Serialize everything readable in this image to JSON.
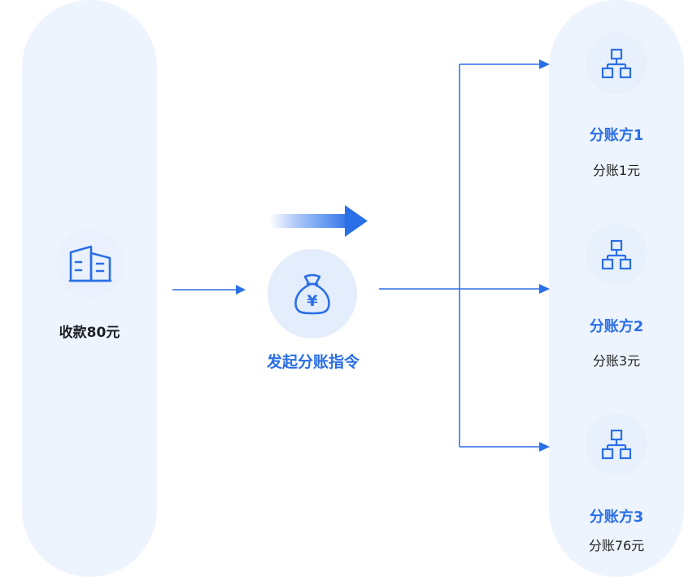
{
  "payer": {
    "label": "收款80元",
    "icon": "building-icon"
  },
  "instruction": {
    "label": "发起分账指令",
    "icon": "money-bag-yuan-icon",
    "symbol": "¥"
  },
  "receivers": [
    {
      "name": "分账方1",
      "amount": "分账1元",
      "icon": "org-chart-icon"
    },
    {
      "name": "分账方2",
      "amount": "分账3元",
      "icon": "org-chart-icon"
    },
    {
      "name": "分账方3",
      "amount": "分账76元",
      "icon": "org-chart-icon"
    }
  ],
  "colors": {
    "accent": "#2b6fe6",
    "pill_bg": "#eef4fd",
    "text_dark": "#1c1f26"
  }
}
